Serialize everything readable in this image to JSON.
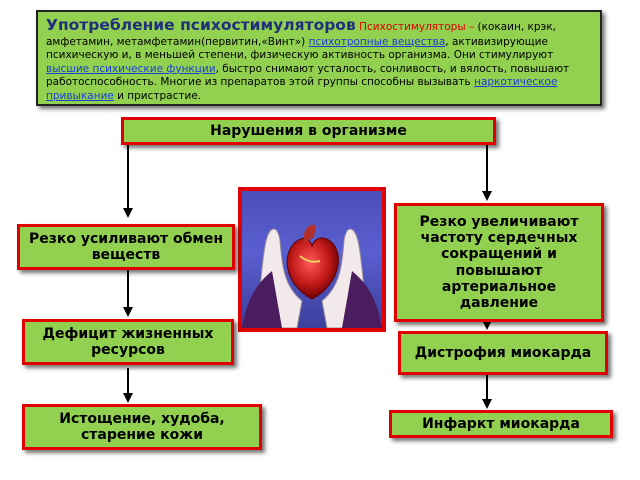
{
  "header": {
    "title": "Употребление психостимуляторов",
    "term": "Психостимуляторы –",
    "t1": " (кокаин, крэк, амфетамин, метамфетамин(первитин,«Винт») ",
    "link1": "психотропные вещества",
    "t2": ", активизирующие психическую и, в меньшей степени, физическую активность организма. Они стимулируют ",
    "link2": "высшие психические функции",
    "t3": ", быстро снимают усталость, сонливость, и вялость, повышают работоспособность. Многие из препаратов этой группы способны вызывать ",
    "link3": "наркотическое привыкание",
    "t4": " и пристрастие."
  },
  "diagram": {
    "root": "Нарушения в организме",
    "left": [
      "Резко усиливают обмен веществ",
      "Дефицит жизненных ресурсов",
      "Истощение, худоба, старение кожи"
    ],
    "right": [
      "Резко увеличивают частоту сердечных сокращений и повышают артериальное давление",
      "Дистрофия миокарда",
      "Инфаркт миокарда"
    ]
  },
  "colors": {
    "box_fill": "#92d050",
    "box_border": "#e00000",
    "title": "#1f2f7a",
    "link": "#1a3fd6"
  },
  "image": {
    "subject": "heart-in-hands"
  }
}
